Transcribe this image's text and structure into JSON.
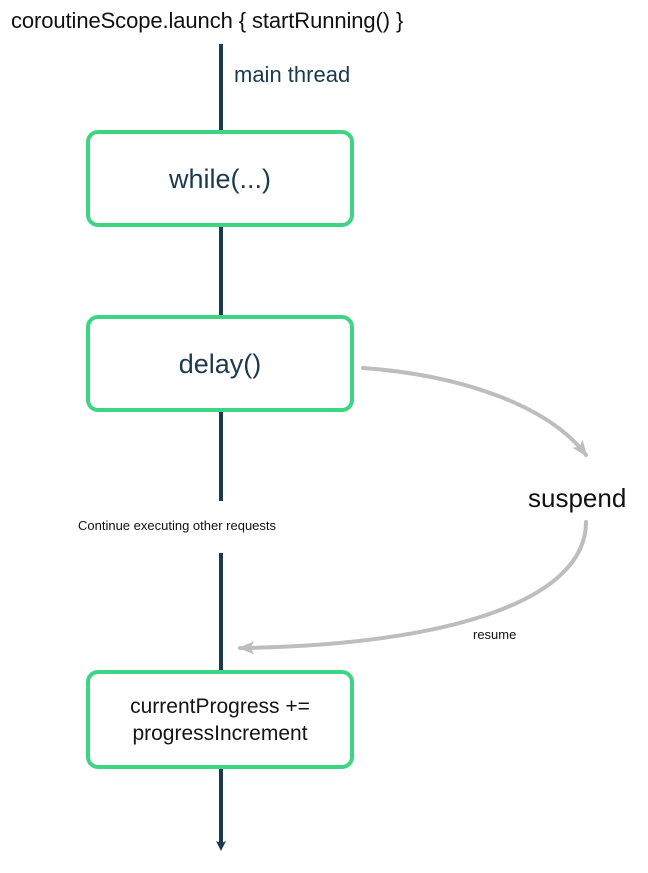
{
  "diagram": {
    "title": "coroutineScope.launch { startRunning() }",
    "thread_label": "main thread",
    "lifeline_color": "#1b3a4f",
    "box_border_color": "#3dd583",
    "box_text_color": "#1b3a4f",
    "curve_color": "#bdbdbd",
    "boxes": [
      {
        "id": "while",
        "label": "while(...)"
      },
      {
        "id": "delay",
        "label": "delay()"
      },
      {
        "id": "progress",
        "label": "currentProgress +=\nprogressIncrement"
      }
    ],
    "annotations": {
      "continue": "Continue executing other requests",
      "suspend": "suspend",
      "resume": "resume"
    }
  }
}
